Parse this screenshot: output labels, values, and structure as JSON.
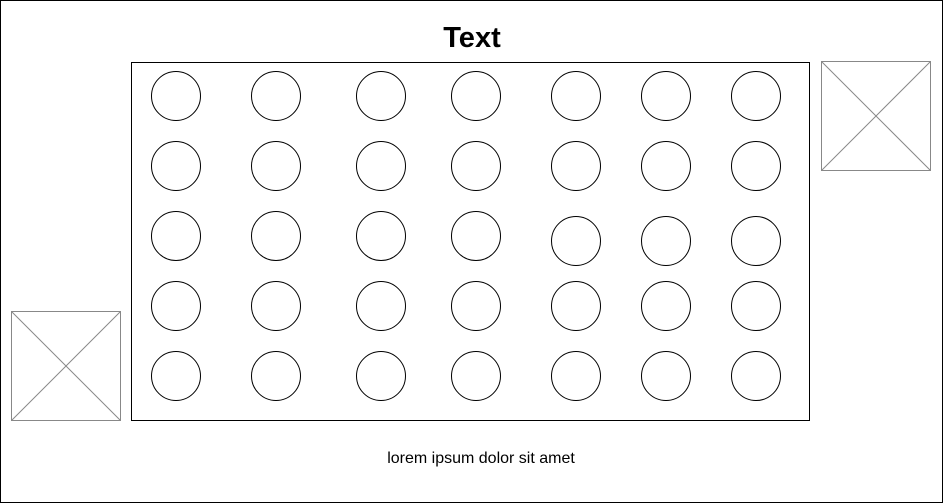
{
  "title": "Text",
  "caption": "lorem ipsum dolor sit amet",
  "grid": {
    "rows": 5,
    "columns": 7,
    "shape": "circle"
  },
  "image_placeholders": [
    {
      "name": "image-placeholder-right",
      "icon": "crossed-box-icon"
    },
    {
      "name": "image-placeholder-left",
      "icon": "crossed-box-icon"
    }
  ],
  "colors": {
    "stroke": "#000000",
    "placeholder_stroke": "#888888",
    "background": "#ffffff"
  }
}
